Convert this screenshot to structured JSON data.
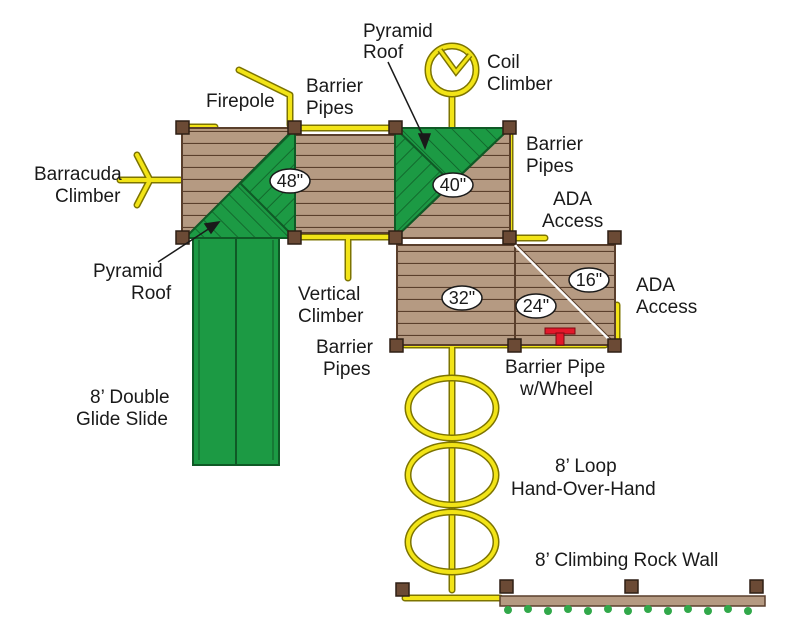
{
  "colors": {
    "deck": "#b59a82",
    "deck_line": "#5a3f2c",
    "post": "#6b4a35",
    "pipe": "#f2e417",
    "pipe_outline": "#7d7400",
    "roof": "#1c9a44",
    "roof_dark": "#0f6a2c",
    "slide": "#1c9a44",
    "wheel": "#e3182a",
    "grass": "#31a84a",
    "text": "#1a1a1a"
  },
  "labels": {
    "pyramid_roof_top": [
      "Pyramid",
      "Roof"
    ],
    "coil_climber": [
      "Coil",
      "Climber"
    ],
    "firepole": "Firepole",
    "barrier_pipes_top": [
      "Barrier",
      "Pipes"
    ],
    "barrier_pipes_right": [
      "Barrier",
      "Pipes"
    ],
    "barracuda_climber": [
      "Barracuda",
      "Climber"
    ],
    "ada_access_top": [
      "ADA",
      "Access"
    ],
    "ada_access_right": [
      "ADA",
      "Access"
    ],
    "pyramid_roof_left": [
      "Pyramid",
      "Roof"
    ],
    "vertical_climber": [
      "Vertical",
      "Climber"
    ],
    "barrier_pipes_bottom": [
      "Barrier",
      "Pipes"
    ],
    "barrier_pipe_wheel": [
      "Barrier Pipe",
      "w/Wheel"
    ],
    "double_glide_slide": [
      "8’ Double",
      "Glide Slide"
    ],
    "loop_hand_over_hand": [
      "8’ Loop",
      "Hand-Over-Hand"
    ],
    "climbing_rock_wall": "8’ Climbing Rock Wall"
  },
  "heights": {
    "deck_48": "48\"",
    "deck_40": "40\"",
    "deck_32": "32\"",
    "deck_24": "24\"",
    "deck_16": "16\""
  }
}
